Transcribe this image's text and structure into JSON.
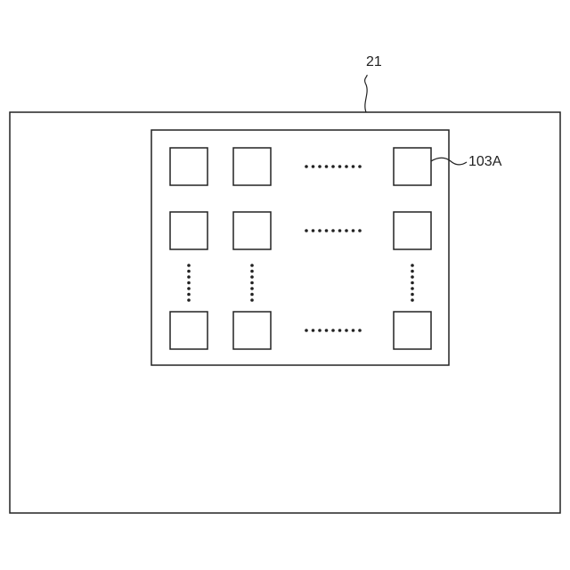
{
  "labels": {
    "outer_ref": "21",
    "inner_ref": "103A"
  },
  "grid": {
    "shown_rows": 3,
    "shown_cols": 3,
    "rows_continue": true,
    "cols_continue": true
  },
  "colors": {
    "stroke": "#222222",
    "background": "#ffffff"
  }
}
